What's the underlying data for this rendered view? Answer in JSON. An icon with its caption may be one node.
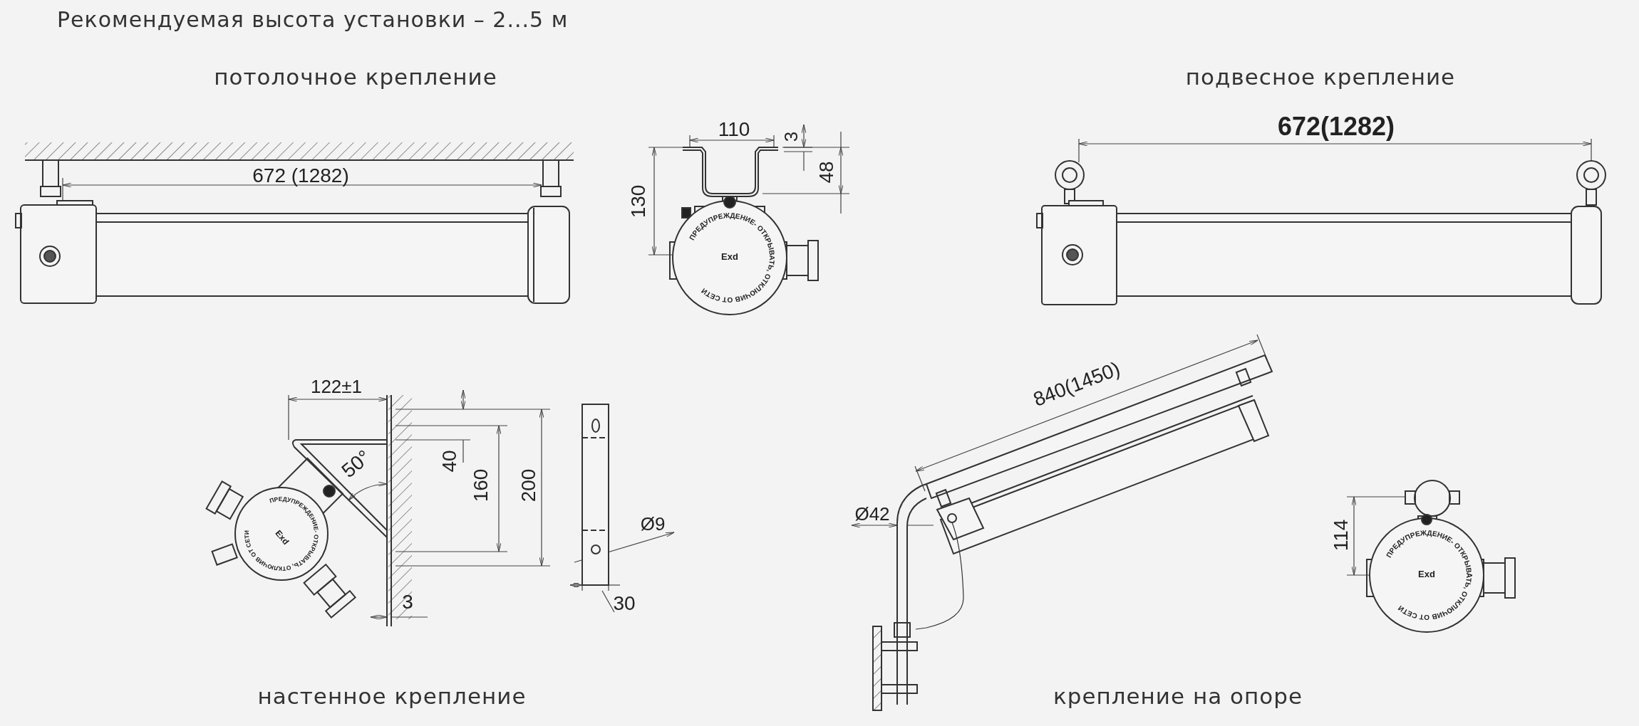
{
  "diagram": {
    "labels": [
      "Рекомендуемая высота установки – 2...5 м",
      "потолочное крепление",
      "подвесное крепление",
      "672 (1282)",
      "110",
      "3",
      "130",
      "48",
      "672(1282)",
      "Exd",
      "ПРЕДУПРЕЖДЕНИЕ- ОТКРЫВАТЬ, ОТКЛЮЧИВ ОТ СЕТИ",
      "122±1",
      "840(1450)",
      "50°",
      "40",
      "160",
      "200",
      "Exd",
      "ПРЕДУПРЕЖДЕНИЕ- ОТКРЫВАТЬ, ОТКЛЮЧИВ ОТ СЕТИ",
      "Ø9",
      "Ø42",
      "114",
      "Exd",
      "ПРЕДУПРЕЖДЕНИЕ- ОТКРЫВАТЬ, ОТКЛЮЧИВ ОТ СЕТИ",
      "3",
      "30",
      "настенное крепление",
      "крепление на опоре"
    ]
  }
}
